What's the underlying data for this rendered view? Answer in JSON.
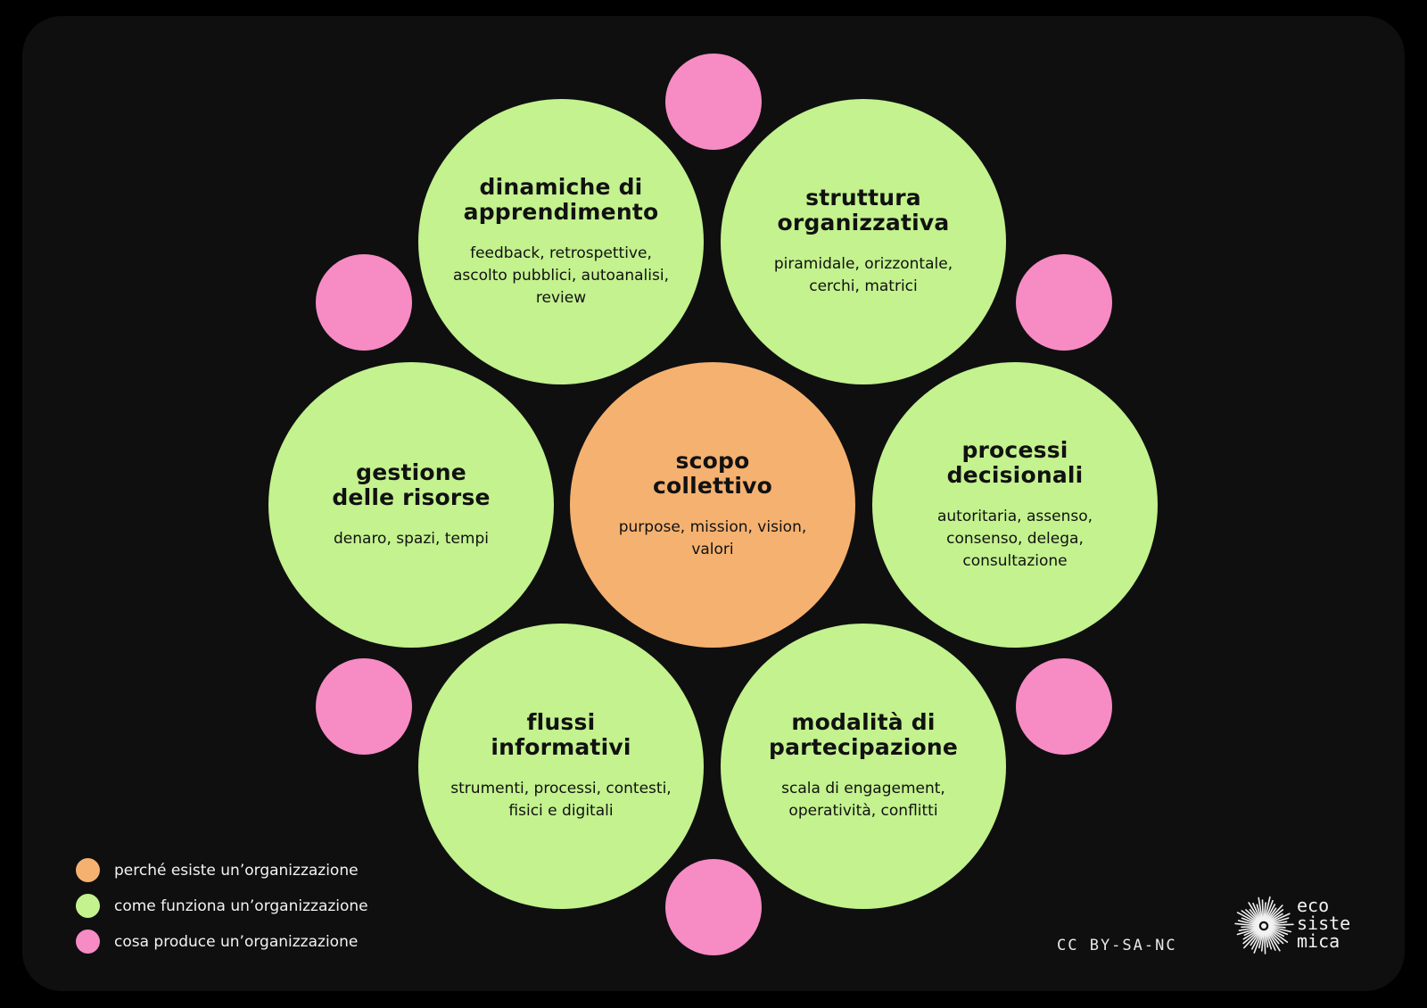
{
  "colors": {
    "background": "#0f0f10",
    "green": "#c3f28e",
    "orange": "#f5b170",
    "pink": "#f78bc4"
  },
  "center": {
    "title": "scopo\ncollettivo",
    "desc": "purpose, mission, vision,\nvalori"
  },
  "nodes": {
    "apprendimento": {
      "title": "dinamiche di\napprendimento",
      "desc": "feedback, retrospettive,\nascolto pubblici, autoanalisi,\nreview"
    },
    "struttura": {
      "title": "struttura\norganizzativa",
      "desc": "piramidale, orizzontale,\ncerchi, matrici"
    },
    "risorse": {
      "title": "gestione\ndelle risorse",
      "desc": "denaro, spazi, tempi"
    },
    "decisionali": {
      "title": "processi\ndecisionali",
      "desc": "autoritaria, assenso,\nconsenso, delega,\nconsultazione"
    },
    "informativi": {
      "title": "flussi\ninformativi",
      "desc": "strumenti, processi, contesti,\nfisici e digitali"
    },
    "partecipazione": {
      "title": "modalità di\npartecipazione",
      "desc": "scala di engagement,\noperatività, conflitti"
    }
  },
  "legend": [
    {
      "label": "perché esiste un’organizzazione",
      "color": "#f5b170"
    },
    {
      "label": "come funziona un’organizzazione",
      "color": "#c3f28e"
    },
    {
      "label": "cosa produce un’organizzazione",
      "color": "#f78bc4"
    }
  ],
  "license": "CC BY-SA-NC",
  "logo": {
    "line1": "eco",
    "line2": "siste",
    "line3": "mica"
  }
}
